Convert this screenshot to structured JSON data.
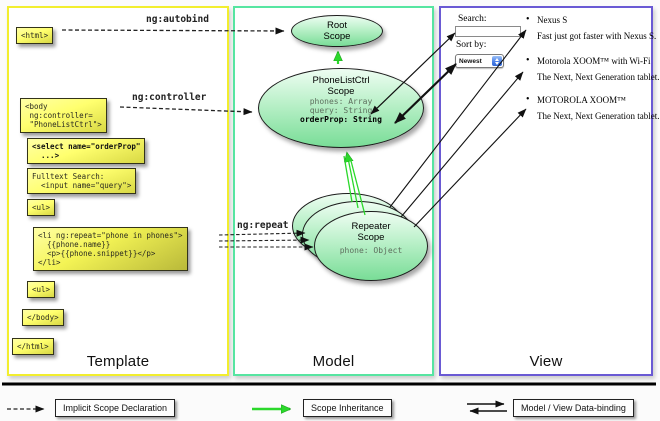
{
  "columns": {
    "template": "Template",
    "model": "Model",
    "view": "View"
  },
  "labels": {
    "autobind": "ng:autobind",
    "controller": "ng:controller",
    "repeat": "ng:repeat"
  },
  "code": {
    "html_open": "<html>",
    "body_open": "<body\n ng:controller=\n \"PhoneListCtrl\">",
    "select": "<select name=\"orderProp\"\n  ...>",
    "fulltext": "Fulltext Search:\n  <input name=\"query\">",
    "ul_a": "<ul>",
    "li_repeat": "<li ng:repeat=\"phone in phones\">\n  {{phone.name}}\n  <p>{{phone.snippet}}</p>\n</li>",
    "ul_b": "<ul>",
    "body_close": "</body>",
    "html_close": "</html>"
  },
  "scopes": {
    "root_title": "Root\nScope",
    "ctrl_title": "PhoneListCtrl\nScope",
    "ctrl_prop1": "phones: Array",
    "ctrl_prop2": "query: String",
    "ctrl_prop3": "orderProp: String",
    "repeater_title": "Repeater\nScope",
    "repeater_prop": "phone: Object"
  },
  "view": {
    "search_label": "Search:",
    "search_value": "",
    "sort_label": "Sort by:",
    "sort_value": "Newest",
    "items": [
      {
        "name": "Nexus S",
        "desc": "Fast just got faster with Nexus S."
      },
      {
        "name": "Motorola XOOM™ with Wi-Fi",
        "desc": "The Next, Next Generation tablet."
      },
      {
        "name": "MOTOROLA XOOM™",
        "desc": "The Next, Next Generation tablet."
      }
    ]
  },
  "legend": {
    "implicit": "Implicit Scope Declaration",
    "inheritance": "Scope Inheritance",
    "binding": "Model / View Data-binding"
  },
  "colors": {
    "template_border": "#f2ee2e",
    "model_border": "#56e5a1",
    "view_border": "#6a5ad4",
    "code_box_fill": "#ffff6e",
    "scope_fill": "#79dd97",
    "inheritance_arrow": "#2bd82b",
    "arrow_black": "#111111"
  }
}
